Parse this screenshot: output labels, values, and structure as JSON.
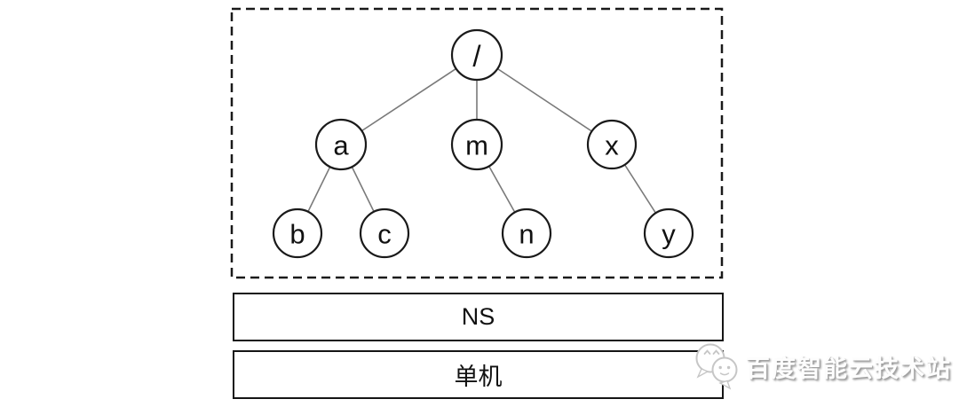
{
  "diagram": {
    "tree": {
      "nodes": [
        {
          "id": "/",
          "label": "/"
        },
        {
          "id": "a",
          "label": "a"
        },
        {
          "id": "m",
          "label": "m"
        },
        {
          "id": "x",
          "label": "x"
        },
        {
          "id": "b",
          "label": "b"
        },
        {
          "id": "c",
          "label": "c"
        },
        {
          "id": "n",
          "label": "n"
        },
        {
          "id": "y",
          "label": "y"
        }
      ],
      "edges": [
        {
          "from": "/",
          "to": "a"
        },
        {
          "from": "/",
          "to": "m"
        },
        {
          "from": "/",
          "to": "x"
        },
        {
          "from": "a",
          "to": "b"
        },
        {
          "from": "a",
          "to": "c"
        },
        {
          "from": "m",
          "to": "n"
        },
        {
          "from": "x",
          "to": "y"
        }
      ]
    },
    "layers": [
      {
        "label": "NS"
      },
      {
        "label": "单机"
      }
    ]
  },
  "watermark": {
    "icon": "chat-bubbles-icon",
    "text": "百度智能云技术站"
  },
  "colors": {
    "background": "#ffffff",
    "node_stroke": "#1a1a1a",
    "edge_stroke": "#7a7a7a",
    "box_border": "#151515",
    "watermark_text": "#fdfdfd",
    "watermark_shadow": "#9b9b9b",
    "watermark_icon_stroke": "#c6c6c6"
  }
}
